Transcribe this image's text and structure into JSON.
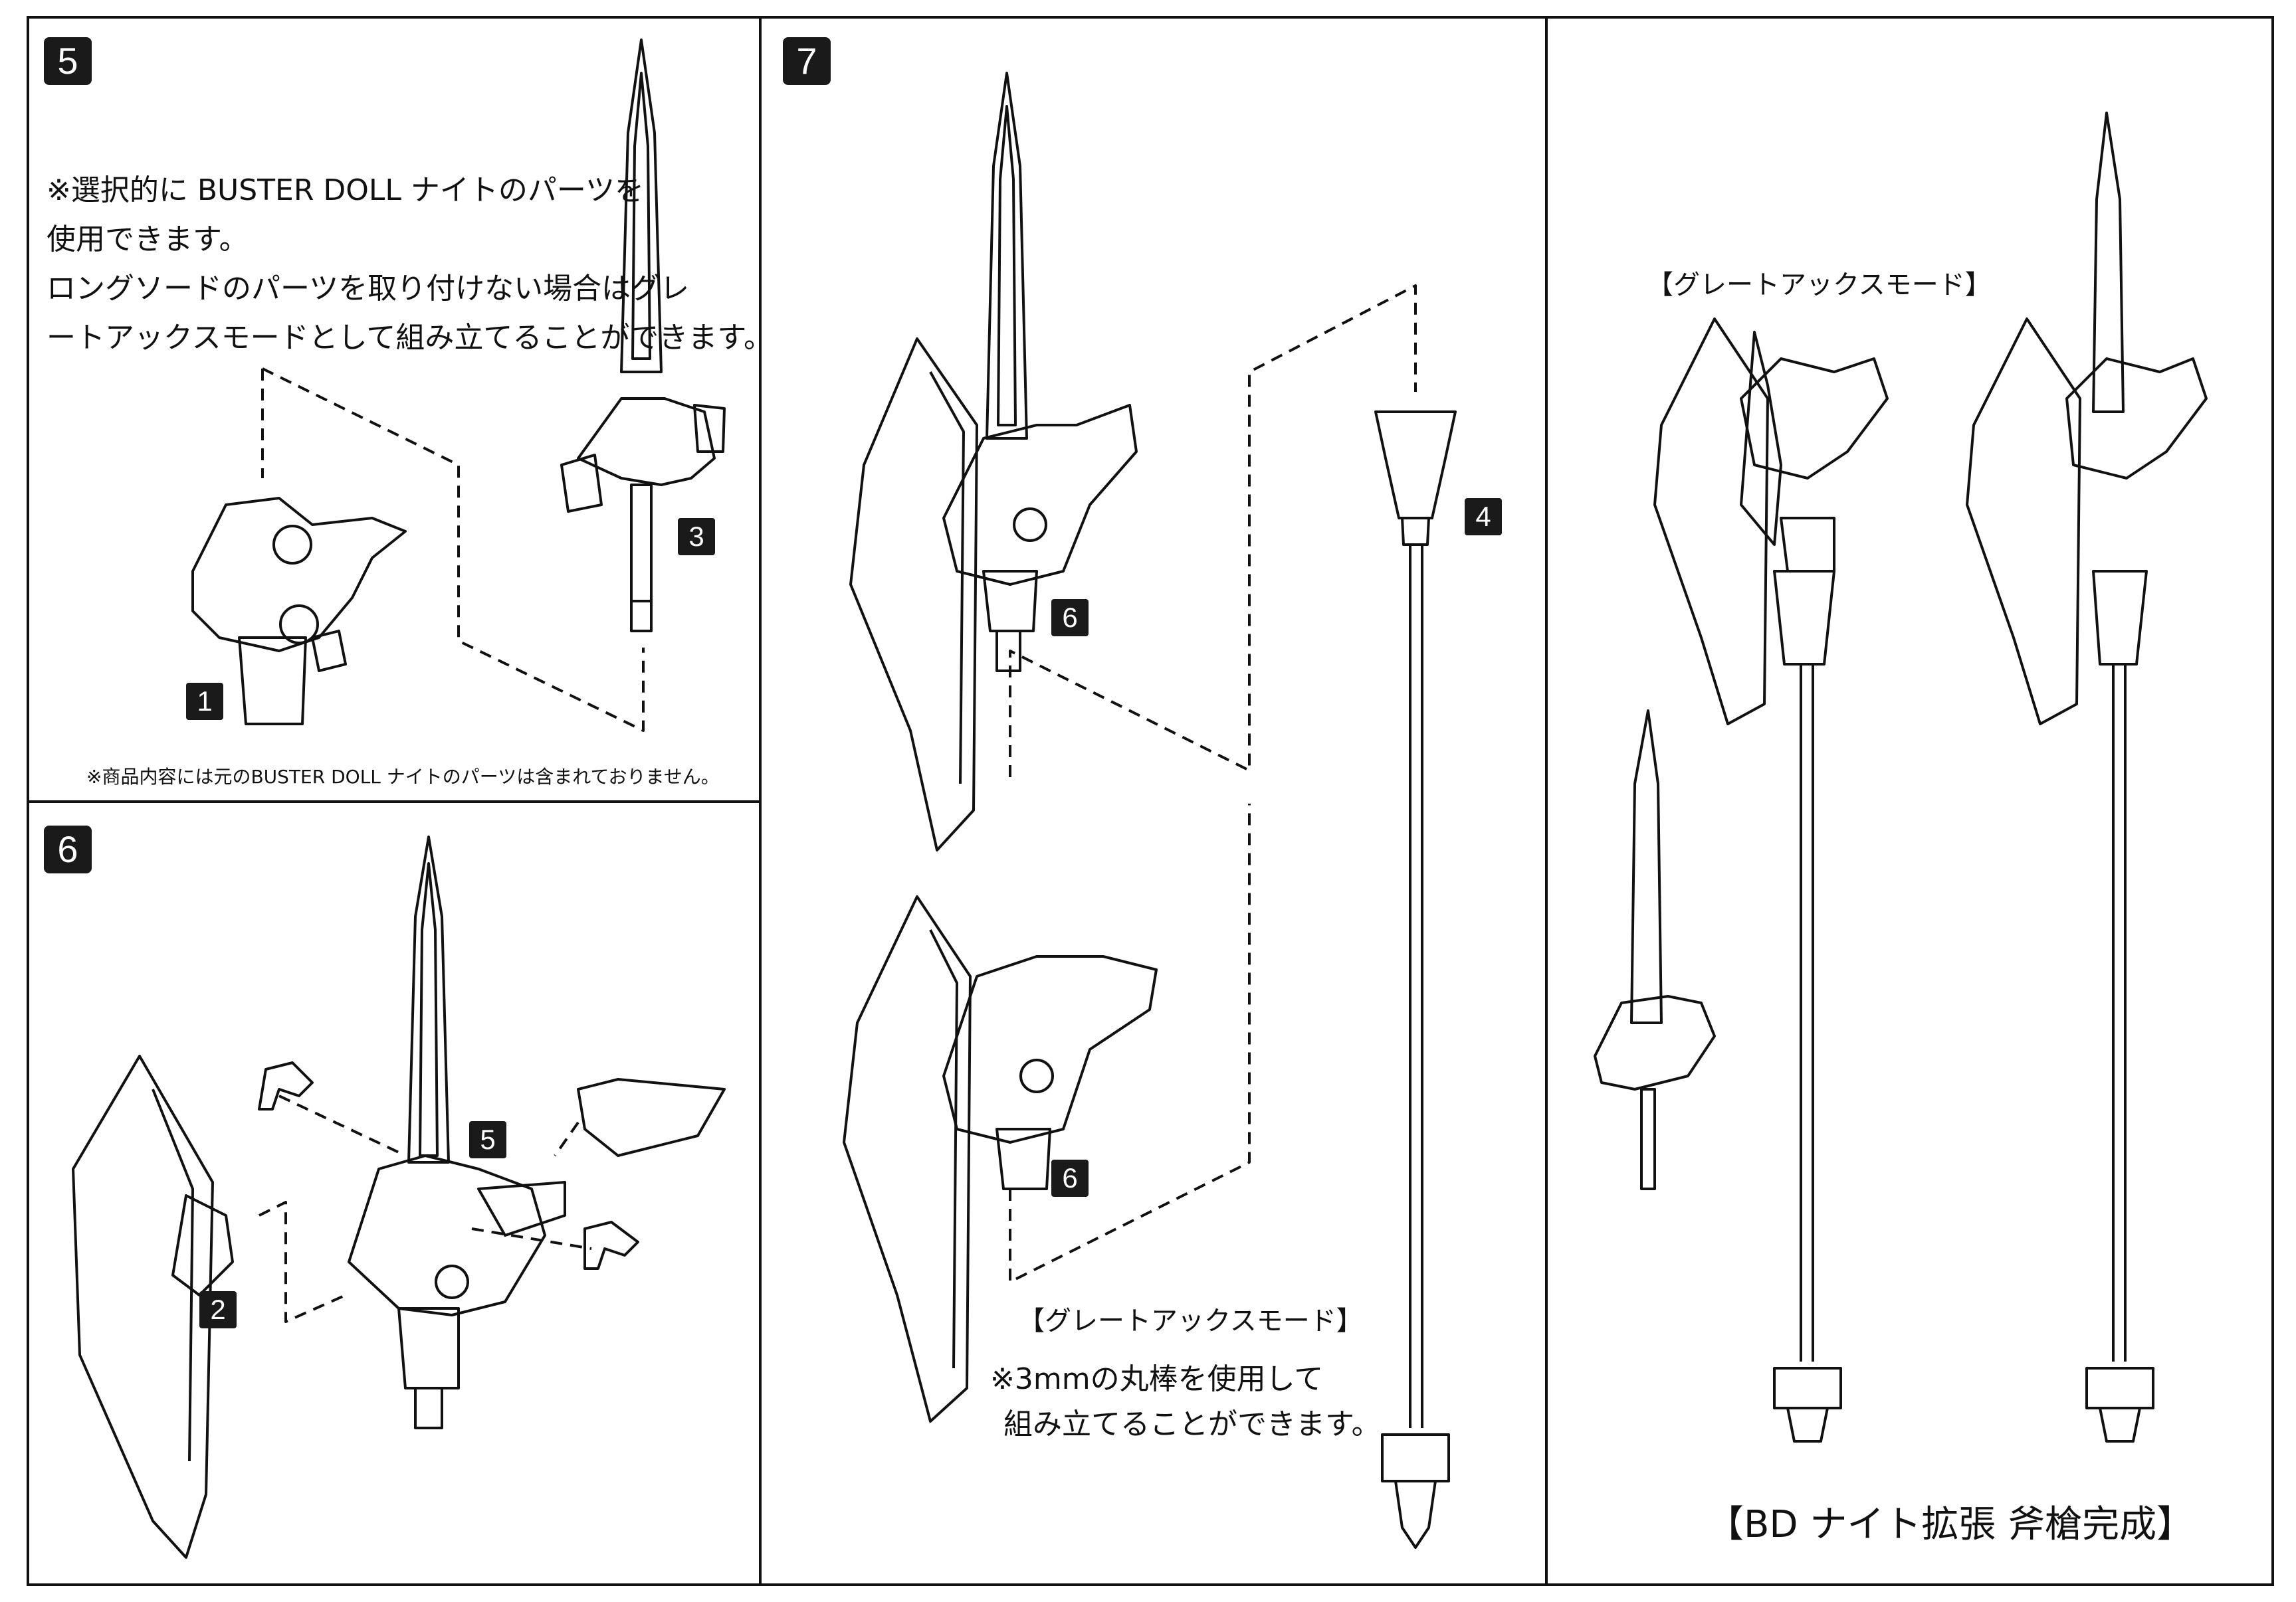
{
  "steps": {
    "five": "5",
    "six": "6",
    "seven": "7"
  },
  "panel5": {
    "instruction_lines": [
      "※選択的に BUSTER DOLL ナイトのパーツを",
      "使用できます。",
      "ロングソードのパーツを取り付けない場合はグレ",
      "ートアックスモードとして組み立てることができます。"
    ],
    "part_labels": {
      "a": "1",
      "b": "3"
    },
    "footnote": "※商品内容には元のBUSTER DOLL ナイトのパーツは含まれておりません。"
  },
  "panel6": {
    "part_labels": {
      "a": "5",
      "b": "2"
    }
  },
  "panel7": {
    "part_labels": {
      "a": "6",
      "b": "6",
      "c": "4"
    },
    "mode_label": "【グレートアックスモード】",
    "note_lines": [
      "※3mmの丸棒を使用して",
      "組み立てることができます。"
    ]
  },
  "panel8": {
    "mode_label": "【グレートアックスモード】",
    "completion": "【BD ナイト拡張 斧槍完成】"
  },
  "colors": {
    "ink": "#111111",
    "label_bg": "#1a1a1a",
    "paper": "#ffffff"
  }
}
